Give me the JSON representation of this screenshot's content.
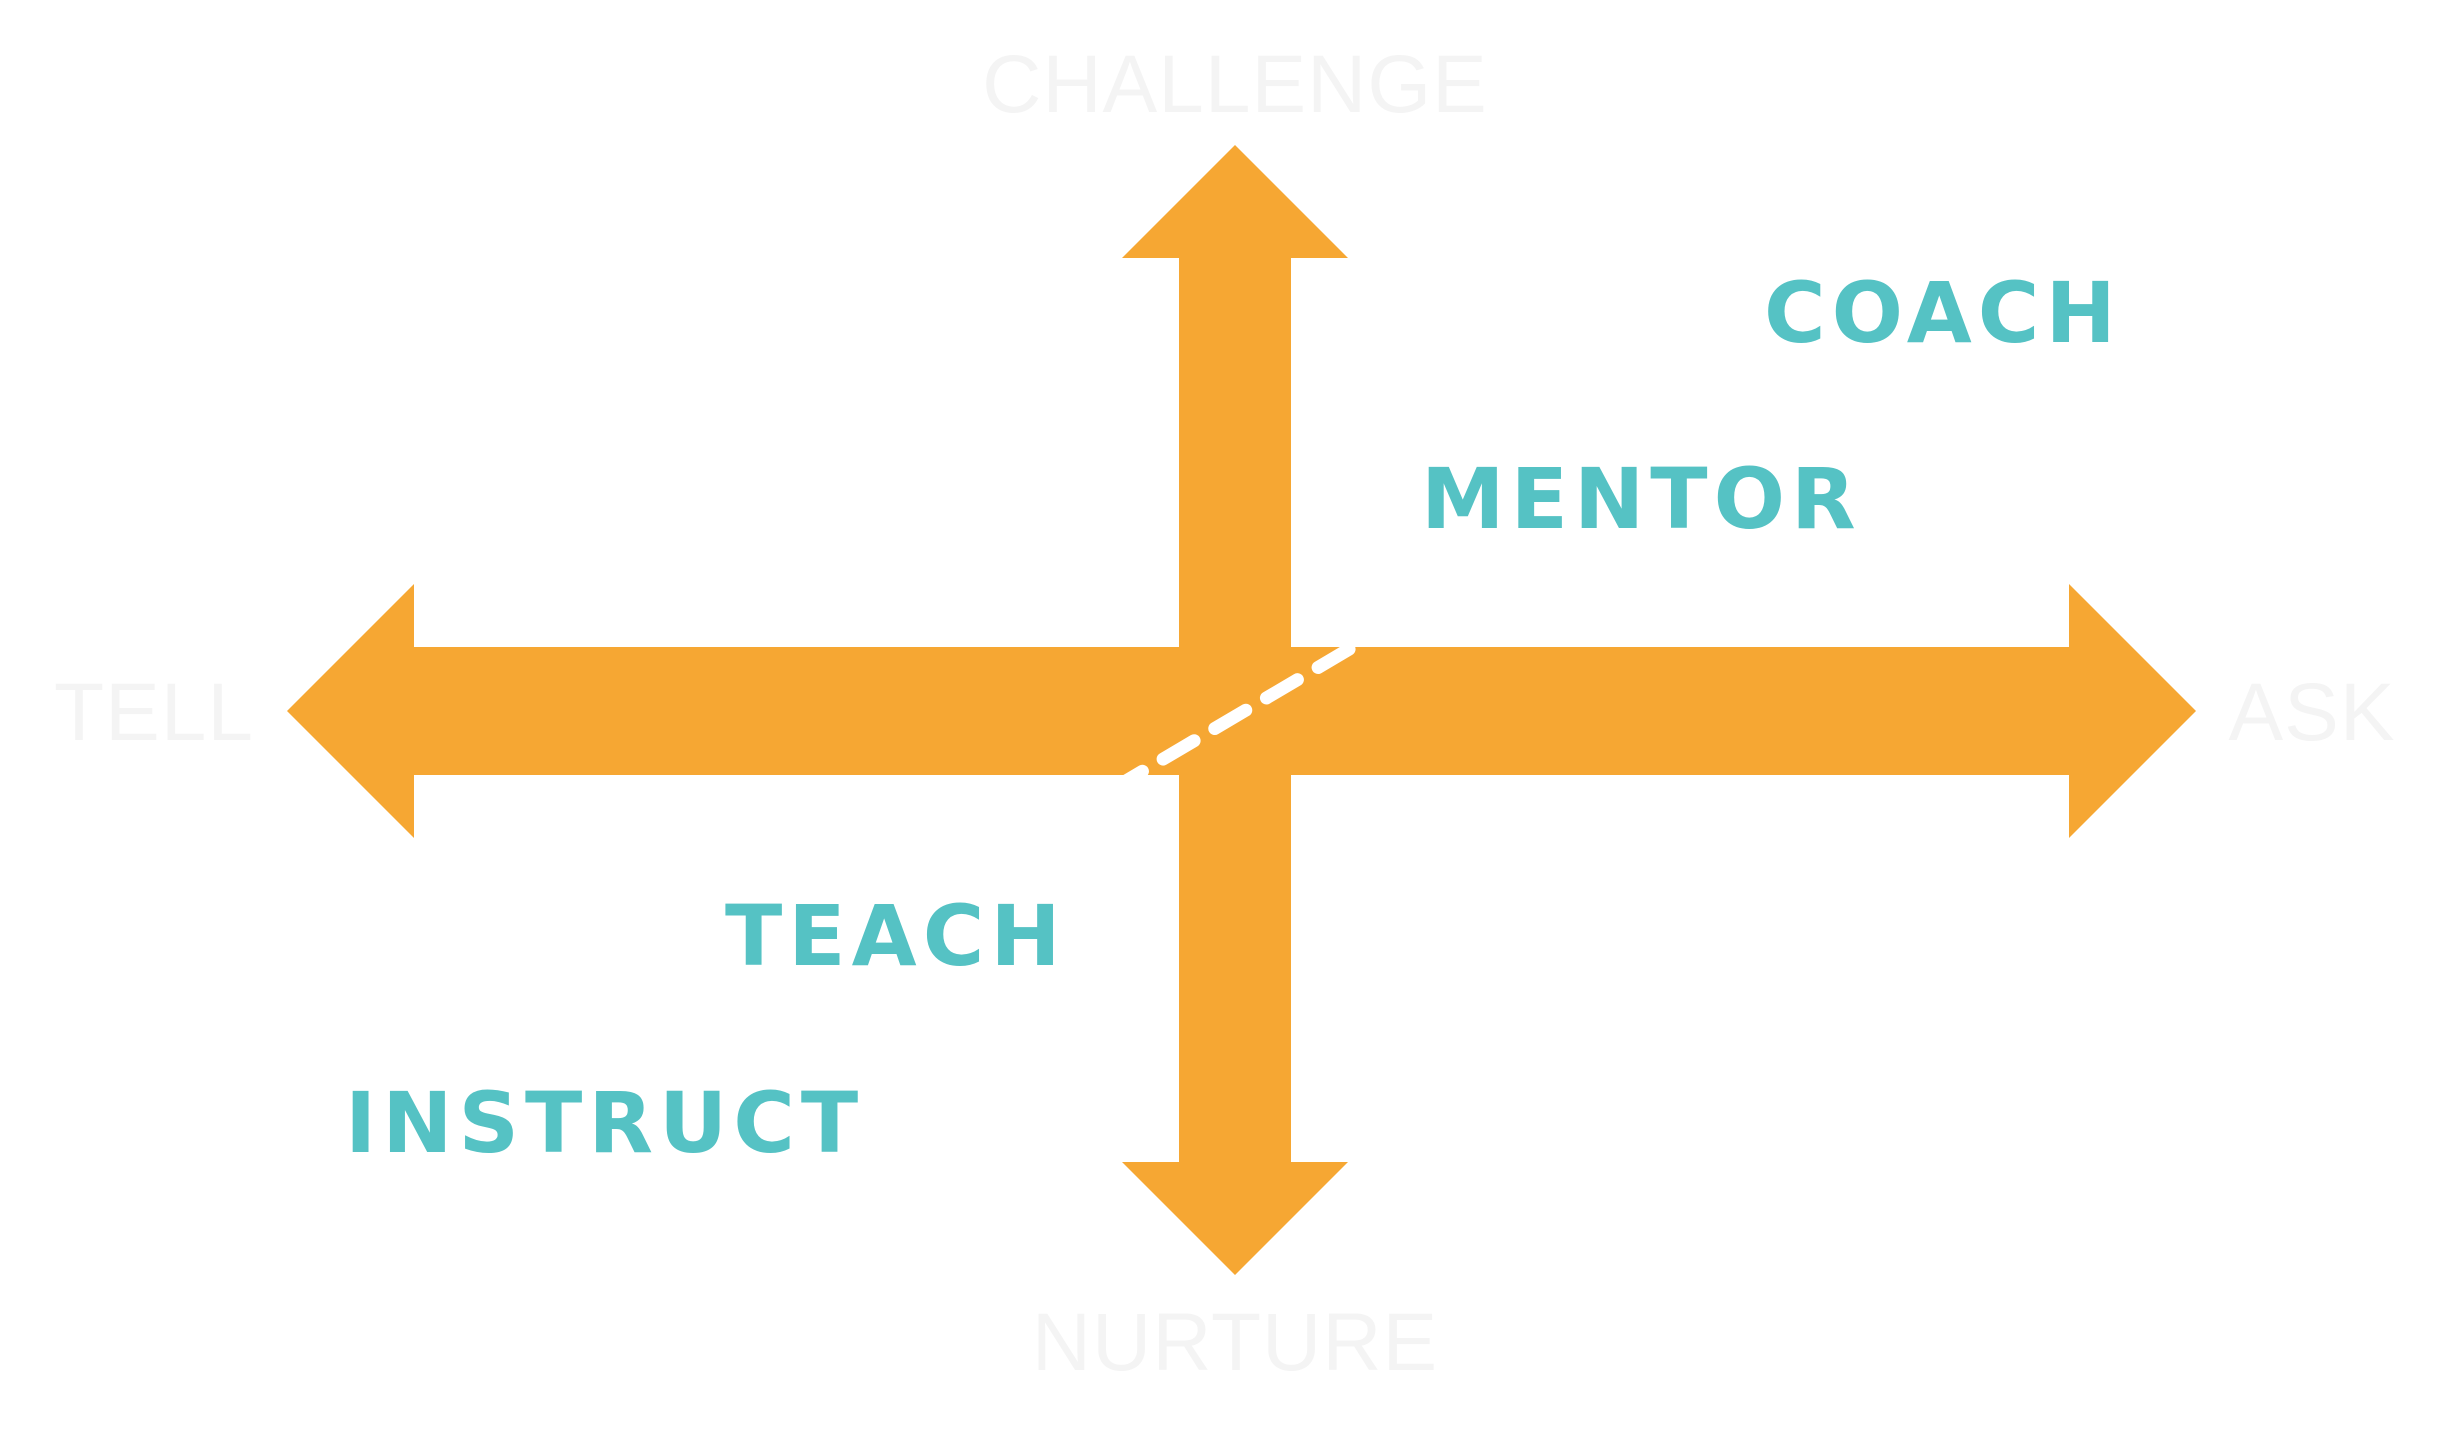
{
  "colors": {
    "background": "#ffffff",
    "arrow": "#f6a733",
    "role_text": "#55c2c4",
    "axis_text": "#f2f2f2",
    "trend_line": "#ffffff"
  },
  "axes": {
    "top": "CHALLENGE",
    "bottom": "NURTURE",
    "left": "TELL",
    "right": "ASK"
  },
  "roles": {
    "coach": "COACH",
    "mentor": "MENTOR",
    "teach": "TEACH",
    "instruct": "INSTRUCT"
  },
  "icons": {
    "cross": "four-way-arrow-icon",
    "trend": "dashed-diagonal-arrow-icon"
  }
}
